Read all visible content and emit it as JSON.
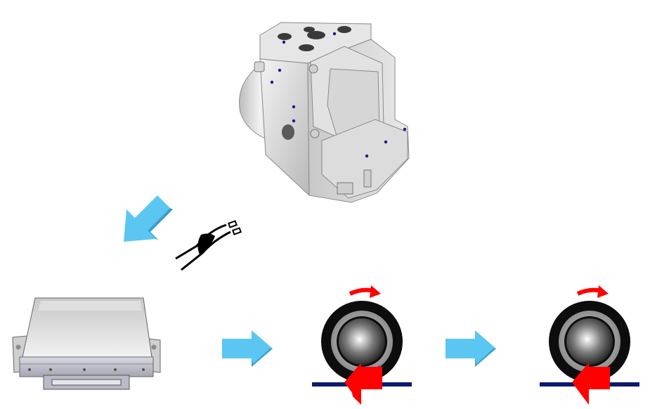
{
  "diagram": {
    "components": [
      {
        "id": "hydraulic-modulator",
        "icon": "hydraulic-unit-icon"
      },
      {
        "id": "electronic-control-unit",
        "icon": "ecu-box-icon"
      },
      {
        "id": "wheel-1",
        "icon": "wheel-icon"
      },
      {
        "id": "wheel-2",
        "icon": "wheel-icon"
      },
      {
        "id": "wheel-speed-sensor",
        "icon": "sensor-plug-icon"
      }
    ],
    "flow": [
      "hydraulic-modulator",
      "electronic-control-unit",
      "wheel-1",
      "wheel-2"
    ],
    "colors": {
      "flow_arrow": "#5bc6f2",
      "rotation_arrow": "#ff0000",
      "braking_force_arrow": "#ff0000",
      "ground_line": "#0b1a6e",
      "tire": "#0d0d0d",
      "port_dot": "#1a1a80"
    }
  }
}
